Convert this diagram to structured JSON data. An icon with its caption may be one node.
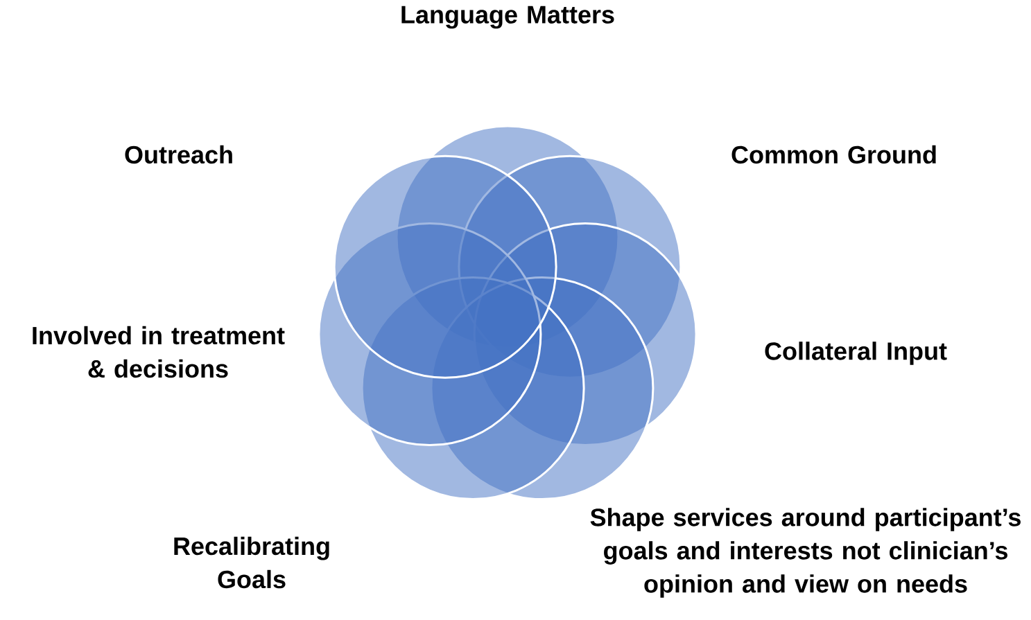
{
  "diagram": {
    "nodes": [
      {
        "text": [
          "Language Matters"
        ]
      },
      {
        "text": [
          "Common Ground"
        ]
      },
      {
        "text": [
          "Collateral Input"
        ]
      },
      {
        "text": [
          "Shape services around participant’s goals and interests not clinician’s opinion and view on needs"
        ]
      },
      {
        "text": [
          "Recalibrating Goals"
        ]
      },
      {
        "text": [
          "Involved in treatment & decisions"
        ]
      },
      {
        "text": [
          "Outreach"
        ]
      }
    ]
  }
}
